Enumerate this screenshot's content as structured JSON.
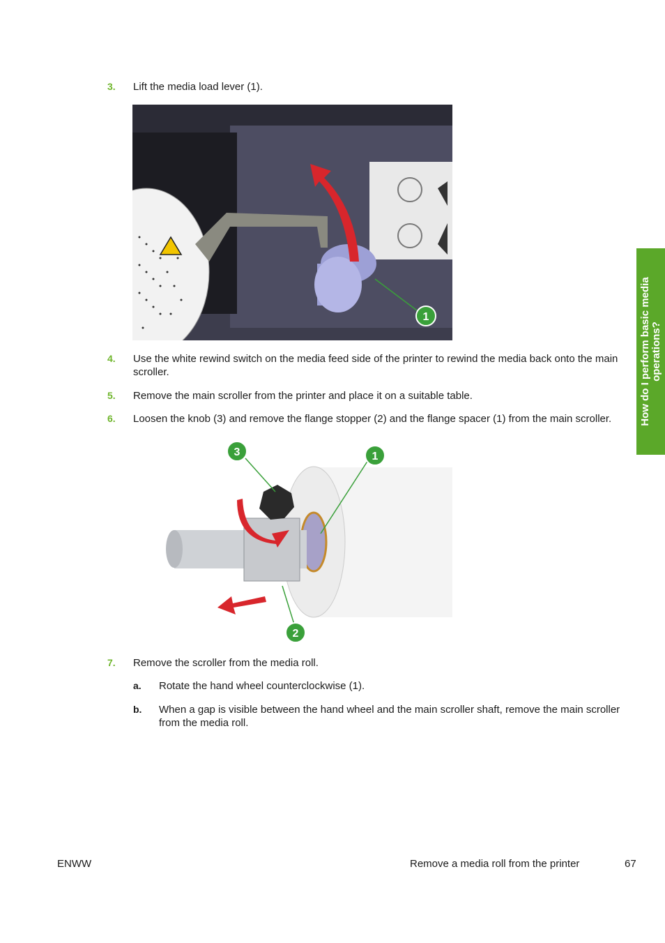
{
  "side_tab": {
    "label": "How do I perform basic media operations?"
  },
  "steps": {
    "s3": {
      "num": "3.",
      "text": "Lift the media load lever (1)."
    },
    "s4": {
      "num": "4.",
      "text": "Use the white rewind switch on the media feed side of the printer to rewind the media back onto the main scroller."
    },
    "s5": {
      "num": "5.",
      "text": "Remove the main scroller from the printer and place it on a suitable table."
    },
    "s6": {
      "num": "6.",
      "text": "Loosen the knob (3) and remove the flange stopper (2) and the flange spacer (1) from the main scroller."
    },
    "s7": {
      "num": "7.",
      "text": "Remove the scroller from the media roll."
    },
    "s7a": {
      "num": "a.",
      "text": "Rotate the hand wheel counterclockwise (1)."
    },
    "s7b": {
      "num": "b.",
      "text": "When a gap is visible between the hand wheel and the main scroller shaft, remove the main scroller from the media roll."
    }
  },
  "figure1": {
    "callout": "1"
  },
  "figure2": {
    "callouts": [
      "3",
      "1",
      "2"
    ]
  },
  "footer": {
    "left": "ENWW",
    "section": "Remove a media roll from the printer",
    "page": "67"
  },
  "colors": {
    "accent_green": "#5ba829",
    "step_number_green": "#6fb52c",
    "arrow_red": "#d8262c"
  }
}
